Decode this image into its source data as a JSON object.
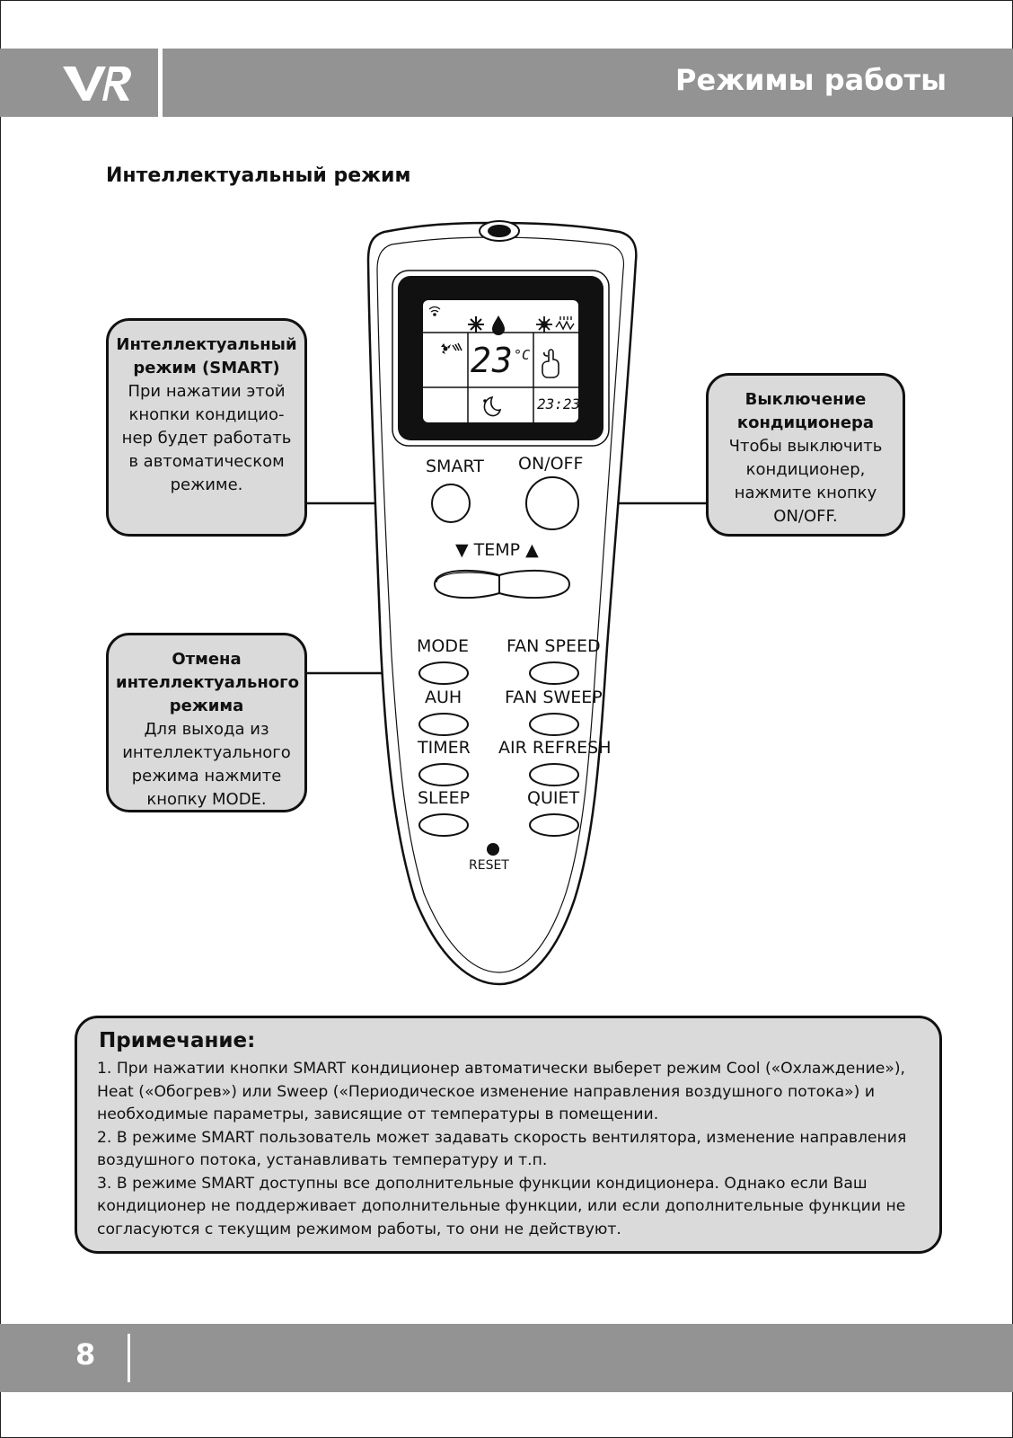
{
  "header": {
    "logo_text": "VR",
    "section_title": "Режимы работы"
  },
  "subtitle": "Интеллектуальный режим",
  "callouts": {
    "smart": {
      "title": "Интеллектуальный режим (SMART)",
      "body": "При нажатии этой кнопки кондицио-нер будет работать в автоматическом режиме."
    },
    "onoff": {
      "title": "Выключение кондиционера",
      "body": "Чтобы выключить кондиционер, нажмите кнопку ON/OFF."
    },
    "cancel": {
      "title": "Отмена интеллектуального режима",
      "body": "Для выхода из интеллектуального режима нажмите кнопку MODE."
    }
  },
  "remote": {
    "display": {
      "temperature": "23",
      "unit": "°C",
      "clock": "23:23"
    },
    "buttons": {
      "smart": "SMART",
      "onoff": "ON/OFF",
      "temp": "▼  TEMP ▲",
      "mode": "MODE",
      "fan_speed": "FAN SPEED",
      "auh": "AUH",
      "fan_sweep": "FAN SWEEP",
      "timer": "TIMER",
      "air_refresh": "AIR REFRESH",
      "sleep": "SLEEP",
      "quiet": "QUIET",
      "reset": "RESET"
    }
  },
  "note": {
    "title": "Примечание:",
    "items": [
      "1. При нажатии кнопки SMART кондиционер автоматически выберет режим Cool («Охлаждение»), Heat («Обогрев») или Sweep («Периодическое изменение направления воздушного потока») и необходимые параметры, зависящие от температуры в помещении.",
      "2. В режиме SMART пользователь может задавать скорость вентилятора, изменение направления воздушного потока, устанавливать температуру и т.п.",
      "3. В режиме SMART доступны все дополнительные функции кондиционера. Однако если Ваш кондиционер не поддерживает дополнительные функции, или если дополнительные функции не согласуются с текущим режимом работы, то они не действуют."
    ]
  },
  "footer": {
    "page_number": "8"
  }
}
